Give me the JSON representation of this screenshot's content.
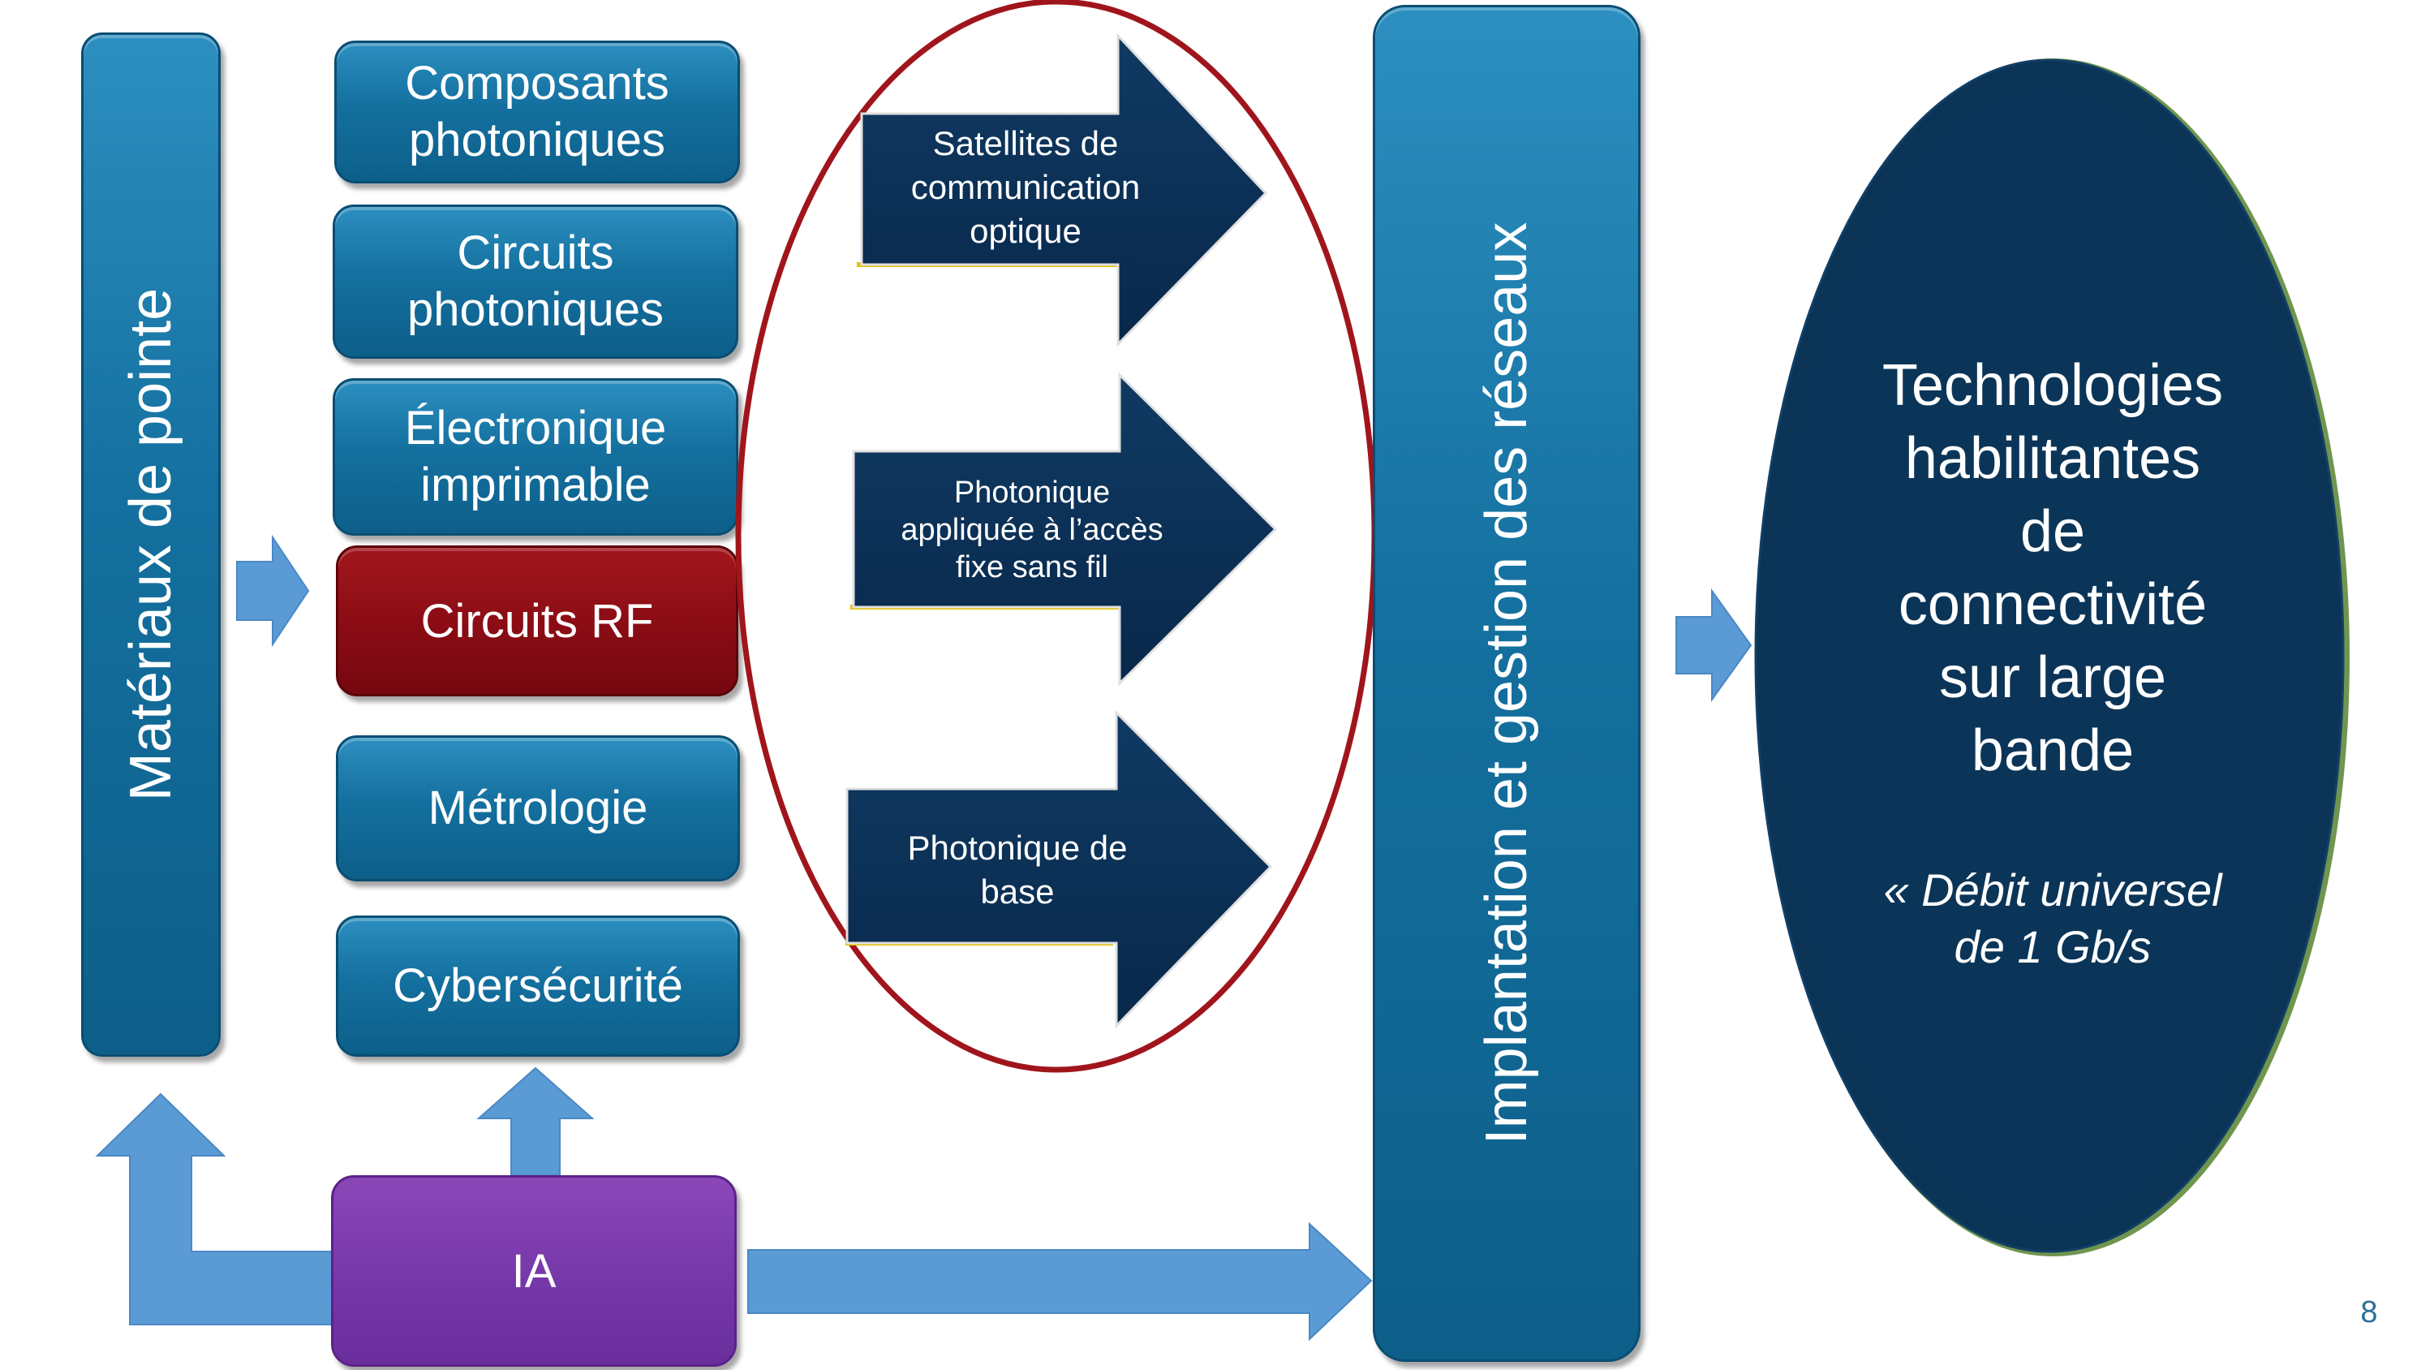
{
  "left_bar": {
    "label": "Matériaux de pointe"
  },
  "tech_boxes": [
    {
      "line1": "Composants",
      "line2": "photoniques"
    },
    {
      "line1": "Circuits",
      "line2": "photoniques"
    },
    {
      "line1": "Électronique",
      "line2": "imprimable"
    },
    {
      "line1": "Circuits RF",
      "line2": ""
    },
    {
      "line1": "Métrologie",
      "line2": ""
    },
    {
      "line1": "Cybersécurité",
      "line2": ""
    }
  ],
  "ia_box": {
    "label": "IA"
  },
  "arrows": [
    {
      "line1": "Satellites de",
      "line2": "communication",
      "line3": "optique"
    },
    {
      "line1": "Photonique",
      "line2": "appliquée à l’accès",
      "line3": "fixe sans fil"
    },
    {
      "line1": "Photonique de",
      "line2": "base",
      "line3": ""
    }
  ],
  "center_bar": {
    "label": "Implantation et gestion des réseaux"
  },
  "right_ellipse": {
    "lines": [
      "Technologies",
      "habilitantes",
      "de",
      "connectivité",
      "sur large",
      "bande"
    ],
    "quote_line1": "« Débit universel",
    "quote_line2": "de 1 Gb/s"
  },
  "page_number": "8",
  "colors": {
    "box_blue": "#14709f",
    "box_red": "#8a0c14",
    "box_purple": "#7436a8",
    "arrow_navy": "#0c2f52",
    "ellipse_navy": "#0b3558",
    "ring_red": "#a0151c",
    "connector_blue": "#5b9bd5"
  }
}
